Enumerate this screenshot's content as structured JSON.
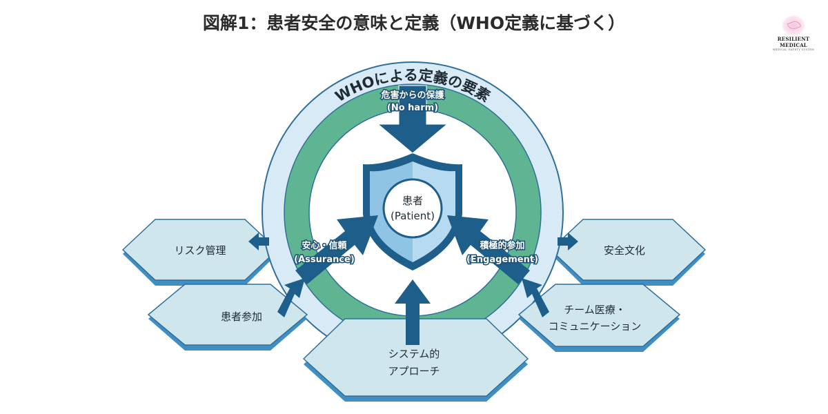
{
  "title": "図解1：患者安全の意味と定義（WHO定義に基づく）",
  "logo": {
    "name": "RESILIENT MEDICAL",
    "tagline": "MEDICAL SAFETY SYSTEM"
  },
  "ring_label": "WHOによる定義の要素",
  "center": {
    "ja": "患者",
    "en": "(Patient)"
  },
  "elements": {
    "no_harm": {
      "ja": "危害からの保護",
      "en": "(No harm)"
    },
    "assurance": {
      "ja": "安心・信頼",
      "en": "(Assurance)"
    },
    "engagement": {
      "ja": "積極的参加",
      "en": "(Engagement)"
    }
  },
  "pillars": {
    "risk": "リスク管理",
    "culture": "安全文化",
    "participation": "患者参加",
    "team_1": "チーム医療・",
    "team_2": "コミュニケーション",
    "system_1": "システム的",
    "system_2": "アプローチ"
  },
  "colors": {
    "light_ring": "#d7eaf6",
    "green_ring": "#5fb591",
    "arrow": "#1d5f8a",
    "hex": "#cfe6ec",
    "hex_edge": "#3f8fc4"
  }
}
